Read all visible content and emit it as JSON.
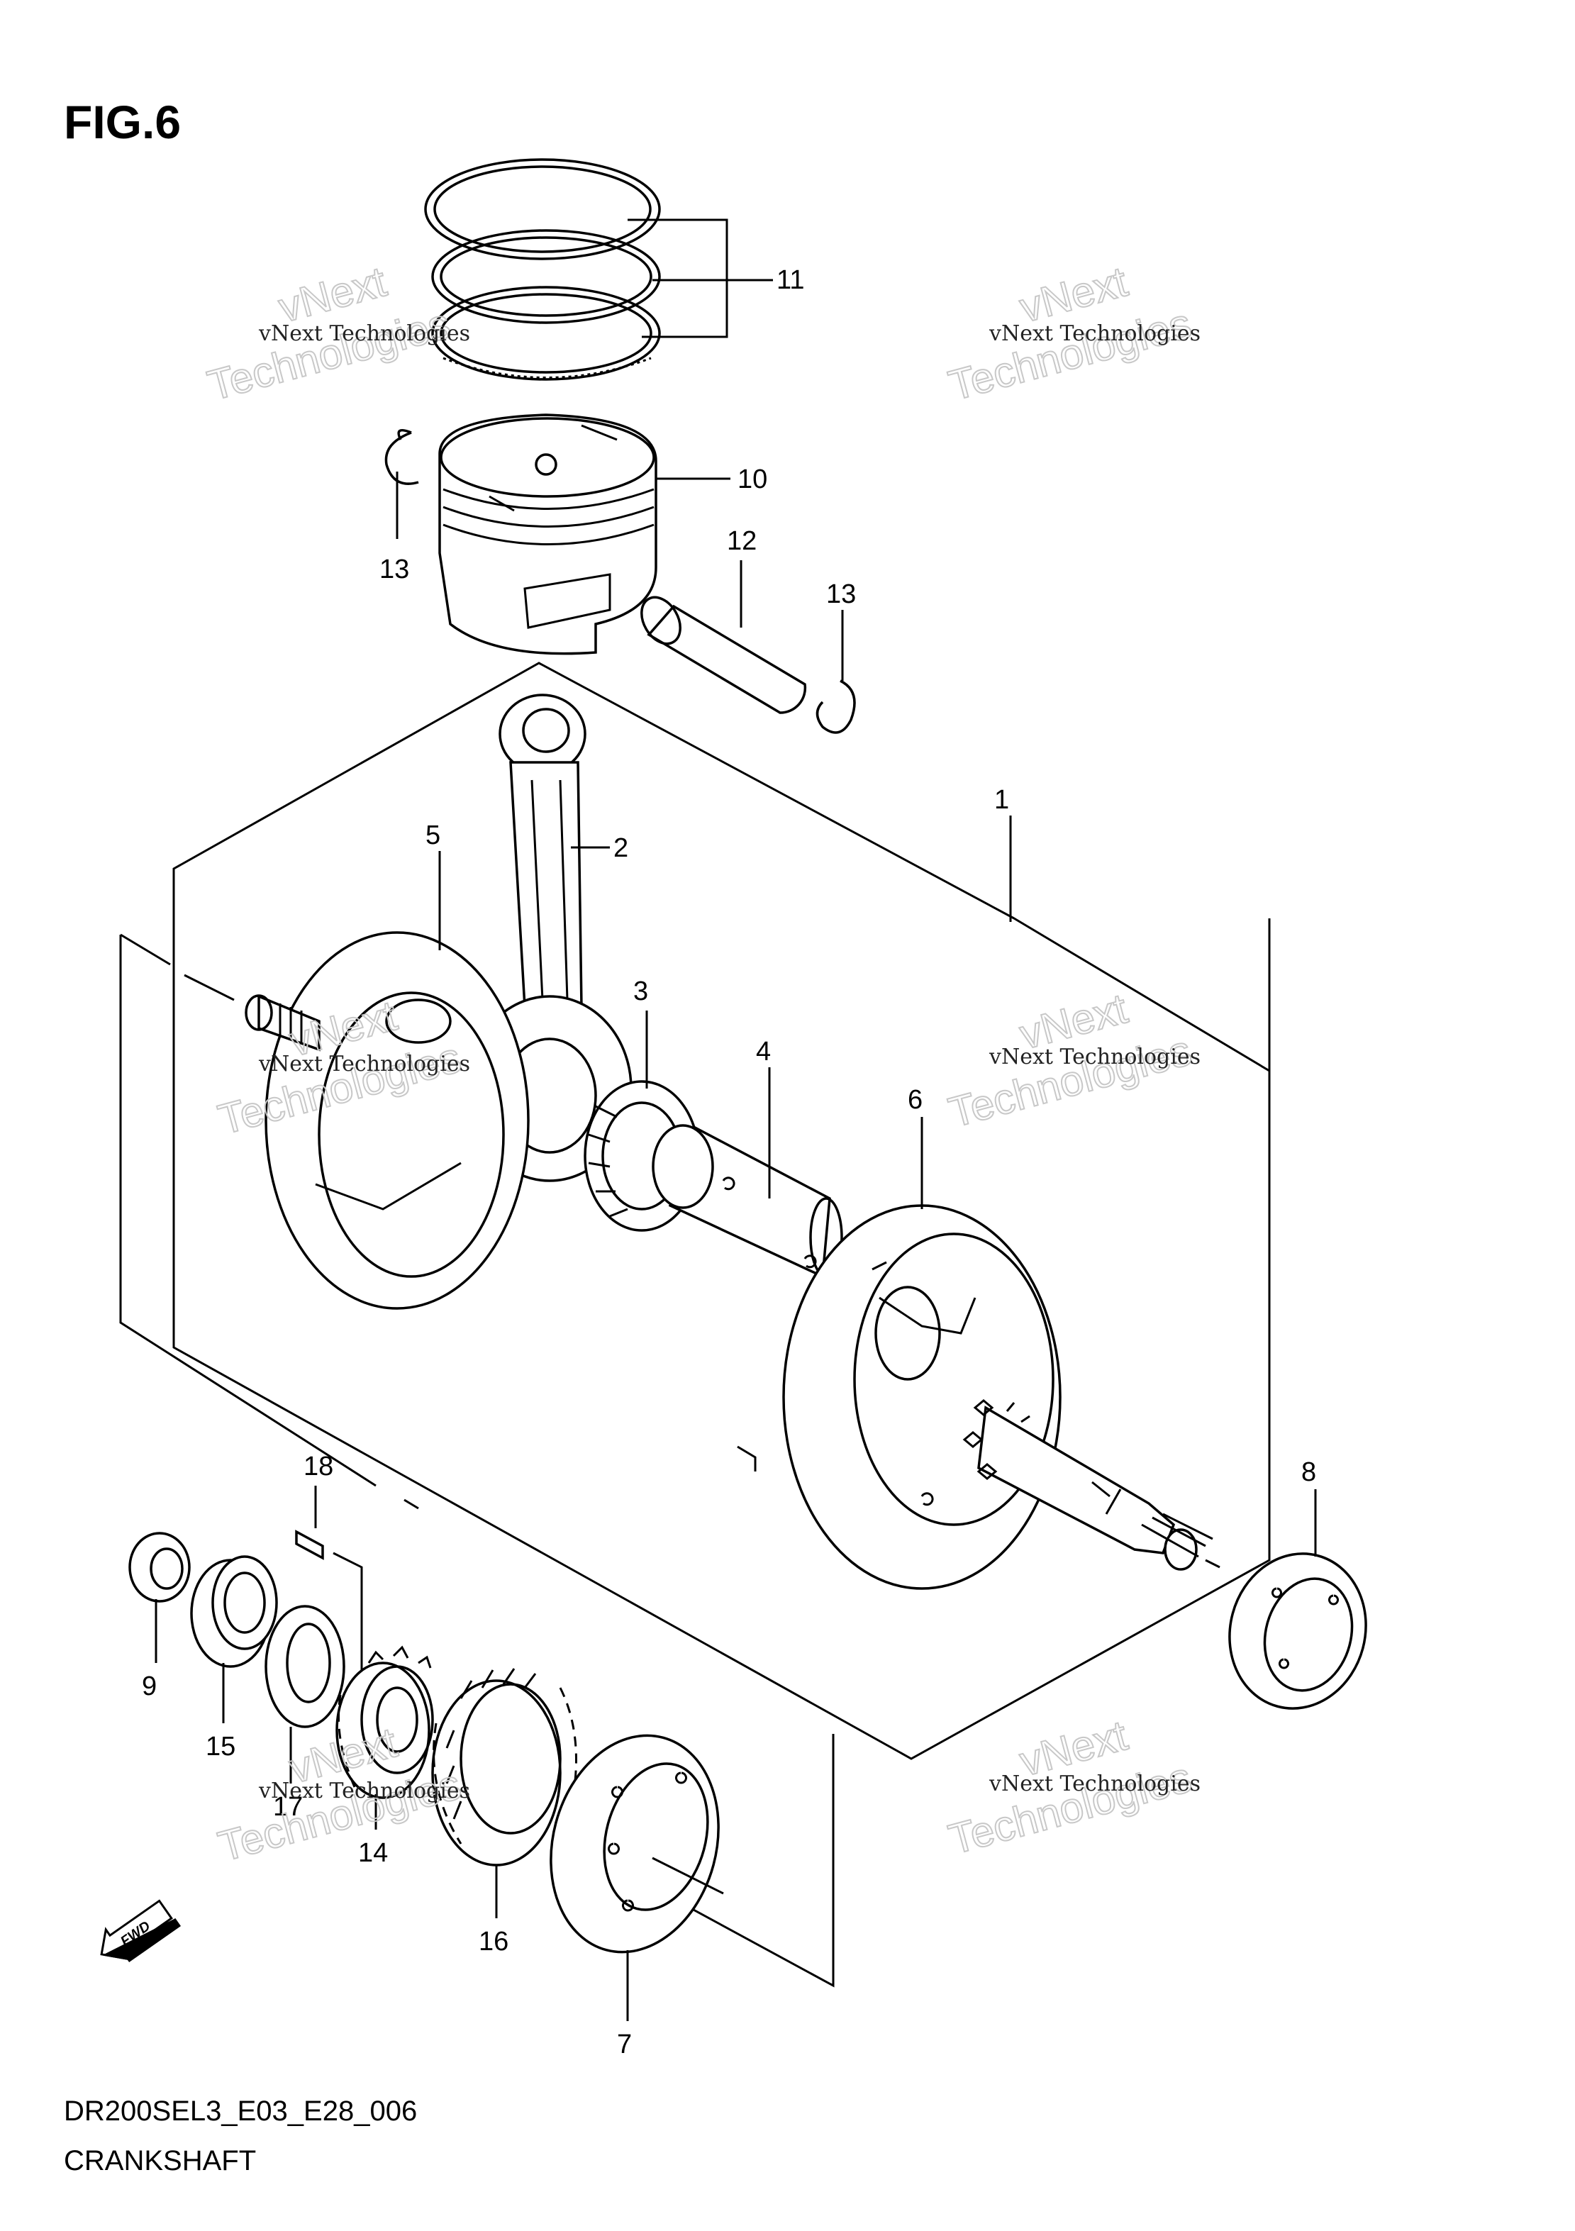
{
  "figure": {
    "label": "FIG.6",
    "model_code": "DR200SEL3_E03_E28_006",
    "section_title": "CRANKSHAFT",
    "fwd_label": "FWD"
  },
  "callouts": [
    {
      "id": "c1",
      "label": "1"
    },
    {
      "id": "c2",
      "label": "2"
    },
    {
      "id": "c3",
      "label": "3"
    },
    {
      "id": "c4",
      "label": "4"
    },
    {
      "id": "c5",
      "label": "5"
    },
    {
      "id": "c6",
      "label": "6"
    },
    {
      "id": "c7",
      "label": "7"
    },
    {
      "id": "c8",
      "label": "8"
    },
    {
      "id": "c9",
      "label": "9"
    },
    {
      "id": "c10",
      "label": "10"
    },
    {
      "id": "c11",
      "label": "11"
    },
    {
      "id": "c12",
      "label": "12"
    },
    {
      "id": "c13a",
      "label": "13"
    },
    {
      "id": "c13b",
      "label": "13"
    },
    {
      "id": "c14",
      "label": "14"
    },
    {
      "id": "c15",
      "label": "15"
    },
    {
      "id": "c16",
      "label": "16"
    },
    {
      "id": "c17",
      "label": "17"
    },
    {
      "id": "c18",
      "label": "18"
    }
  ],
  "watermark": {
    "line1": "vNext Technologies",
    "line2a": "vNext",
    "line2b": "Technologies"
  }
}
